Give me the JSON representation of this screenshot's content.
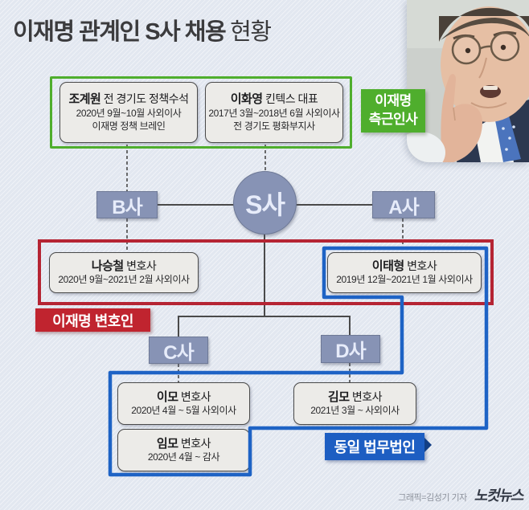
{
  "title": {
    "bold": "이재명 관계인 S사 채용",
    "regular": "현황"
  },
  "aide_badge": {
    "line1": "이재명",
    "line2": "측근인사"
  },
  "aides": [
    {
      "name": "조계원",
      "role": "전 경기도 정책수석",
      "tenure": "2020년 9월~10월 사외이사",
      "note": "이재명 정책 브레인"
    },
    {
      "name": "이화영",
      "role": "킨텍스 대표",
      "tenure": "2017년 3월~2018년 6월 사외이사",
      "note": "전 경기도 평화부지사"
    }
  ],
  "companies": {
    "s": "S사",
    "b": "B사",
    "a": "A사",
    "c": "C사",
    "d": "D사"
  },
  "lawyer_badge": "이재명 변호인",
  "lawyers": [
    {
      "name": "나승철",
      "role": "변호사",
      "tenure": "2020년 9월~2021년 2월 사외이사"
    },
    {
      "name": "이태형",
      "role": "변호사",
      "tenure": "2019년 12월~2021년 1월 사외이사"
    }
  ],
  "firm_badge": "동일 법무법인",
  "firm_lawyers": [
    {
      "name": "이모",
      "role": "변호사",
      "tenure": "2020년 4월 ~ 5월 사외이사"
    },
    {
      "name": "김모",
      "role": "변호사",
      "tenure": "2021년 3월 ~ 사외이사"
    },
    {
      "name": "임모",
      "role": "변호사",
      "tenure": "2020년 4월 ~ 감사"
    }
  ],
  "footer": {
    "credit": "그래픽=김성기 기자",
    "logo": "노컷뉴스"
  },
  "colors": {
    "group_green": "#4fae2d",
    "group_red": "#b52433",
    "link_blue": "#1e63c5",
    "badge_red": "#c0242f",
    "badge_blue": "#1d5ec2",
    "node_fill": "#8793b5",
    "background": "#e2e7f0",
    "card_fill": "#ecebe8"
  }
}
